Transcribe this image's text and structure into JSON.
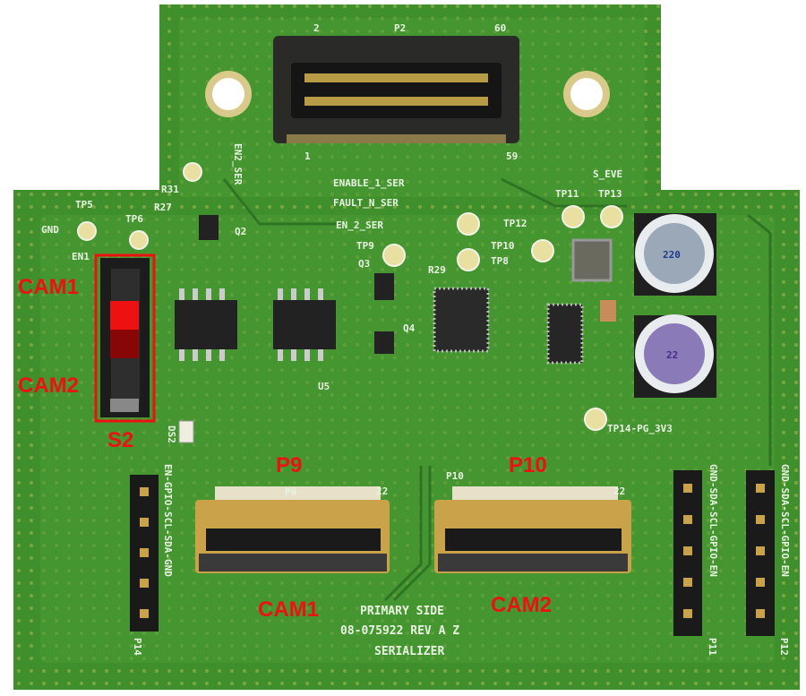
{
  "colors": {
    "board": "#3f8f2c",
    "annotation": "#ee1111",
    "pad": "#d8c58a",
    "connector": "#2a2a28",
    "ffc": "#c9a24a"
  },
  "annotations": {
    "cam1_switch": "CAM1",
    "cam2_switch": "CAM2",
    "switch": "S2",
    "p9": "P9",
    "p10": "P10",
    "cam1_connector": "CAM1",
    "cam2_connector": "CAM2"
  },
  "silkscreen": {
    "p2": "P2",
    "p2_pin_first": "2",
    "p2_pin_last": "60",
    "p2_pin_1": "1",
    "p2_pin_59": "59",
    "enable": "ENABLE_1_SER",
    "fault": "FAULT_N_SER",
    "en2": "EN_2_SER",
    "en2_vertical": "EN2_SER",
    "tp5": "TP5",
    "tp6": "TP6",
    "gnd": "GND",
    "en1": "EN1",
    "tp9": "TP9",
    "tp10": "TP10",
    "tp8": "TP8",
    "tp11": "TP11",
    "tp12": "TP12",
    "tp13": "TP13",
    "s_eve": "S_EVE",
    "tp14": "TP14-PG_3V3",
    "r31": "R31",
    "r27": "R27",
    "q2": "Q2",
    "q3": "Q3",
    "q4": "Q4",
    "u5": "U5",
    "r29": "R29",
    "ds2": "DS2",
    "left_header": "EN-GPIO-SCL-SDA-GND",
    "right_header_1": "GND-SDA-SCL-GPIO-EN",
    "right_header_2": "GND-SDA-SCL-GPIO-EN",
    "p14": "P14",
    "p11": "P11",
    "p12": "P12",
    "p9": "P9",
    "p10": "P10",
    "pin22_a": "22",
    "pin22_b": "22",
    "primary": "PRIMARY SIDE",
    "part": "08-075922 REV A Z",
    "serializer": "SERIALIZER",
    "cap1": "220",
    "cap2": "22"
  }
}
